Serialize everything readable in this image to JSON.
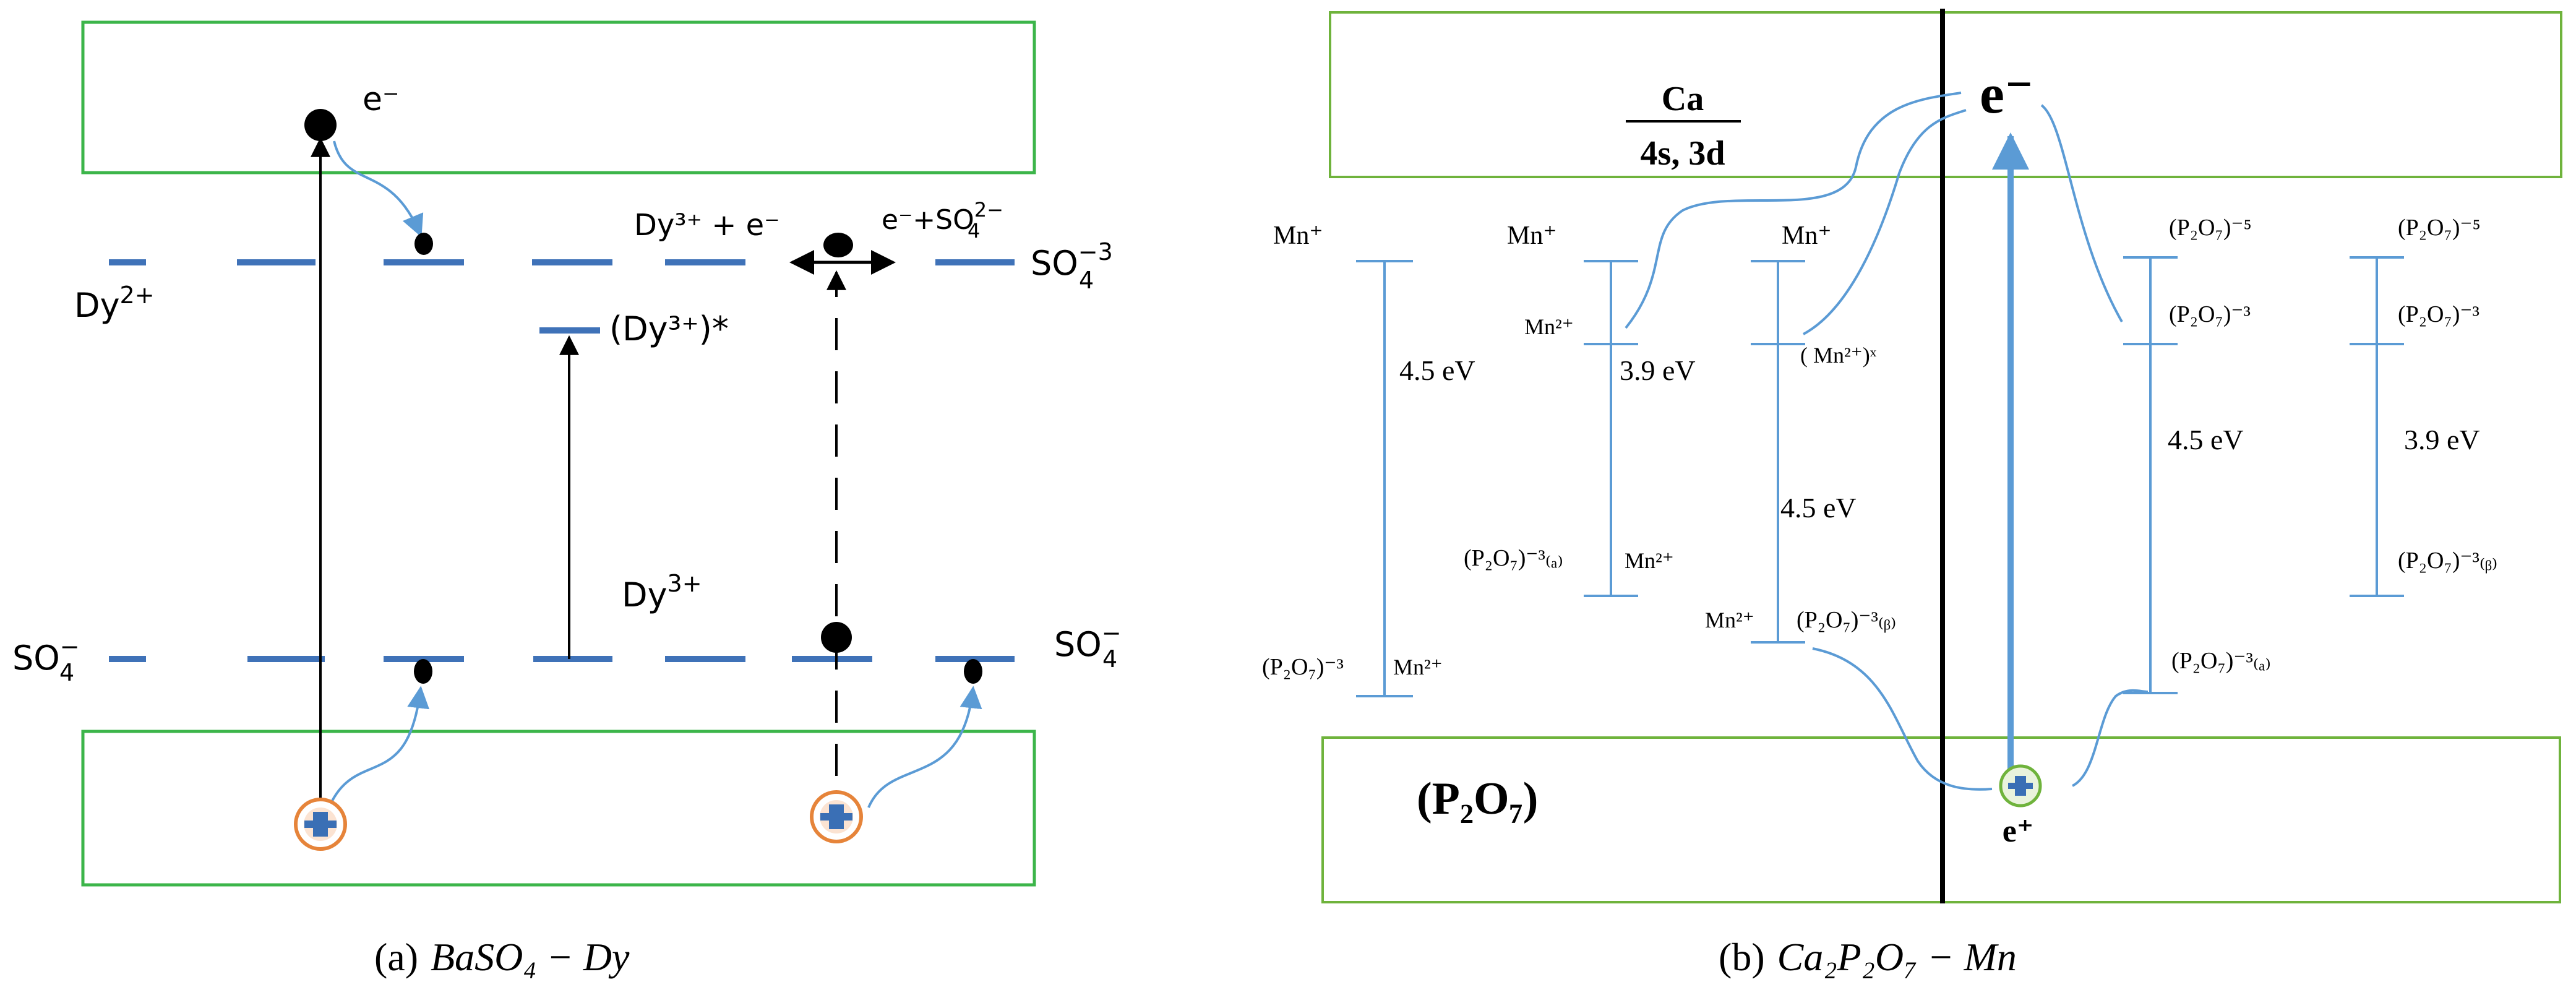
{
  "colors": {
    "band_a": "#3cb54a",
    "band_b": "#6fb33c",
    "level": "#3f72b8",
    "level_b": "#5b9bd5",
    "hole_ring": "#e6843a",
    "hole_fill": "#3a6fb5",
    "arrow": "#000000",
    "text": "#111111"
  },
  "panel_a": {
    "electron_label": "e⁻",
    "dy2_base": "Dy",
    "dy2_sup": "2+",
    "dy3_reaction": "Dy³⁺ + e⁻",
    "e_so4_pre": "e⁻+SO",
    "e_so4_sub": "4",
    "e_so4_sup": "2−",
    "so4_3_base": "SO",
    "so4_3_sub": "4",
    "so4_3_sup": "−3",
    "dy3_excited": "(Dy³⁺)*",
    "dy3_base": "Dy",
    "dy3_sup": "3+",
    "so4_left_base": "SO",
    "so4_left_sub": "4",
    "so4_left_sup": "−",
    "so4_right_base": "SO",
    "so4_right_sub": "4",
    "so4_right_sup": "−",
    "caption_letter": "(a)",
    "caption_formula": "BaSO₄ − Dy"
  },
  "panel_b": {
    "ca_label": "Ca",
    "ca_orbitals": "4s, 3d",
    "electron_label": "e⁻",
    "hole_label": "e⁺",
    "valence_label": "(P₂O₇)",
    "mn_plus": "Mn⁺",
    "mn2_plus": "Mn²⁺",
    "mn2x": "( Mn²⁺)ˣ",
    "p2o7_3": "(P₂O₇)⁻³",
    "p2o7_5": "(P₂O₇)⁻⁵",
    "p2o7_3a": "(P₂O₇)⁻³₍ₐ₎",
    "p2o7_3b": "(P₂O₇)⁻³₍ᵦ₎",
    "energy_45": "4.5 eV",
    "energy_39": "3.9 eV",
    "caption_letter": "(b)",
    "caption_formula": "Ca₂P₂O₇ − Mn"
  }
}
